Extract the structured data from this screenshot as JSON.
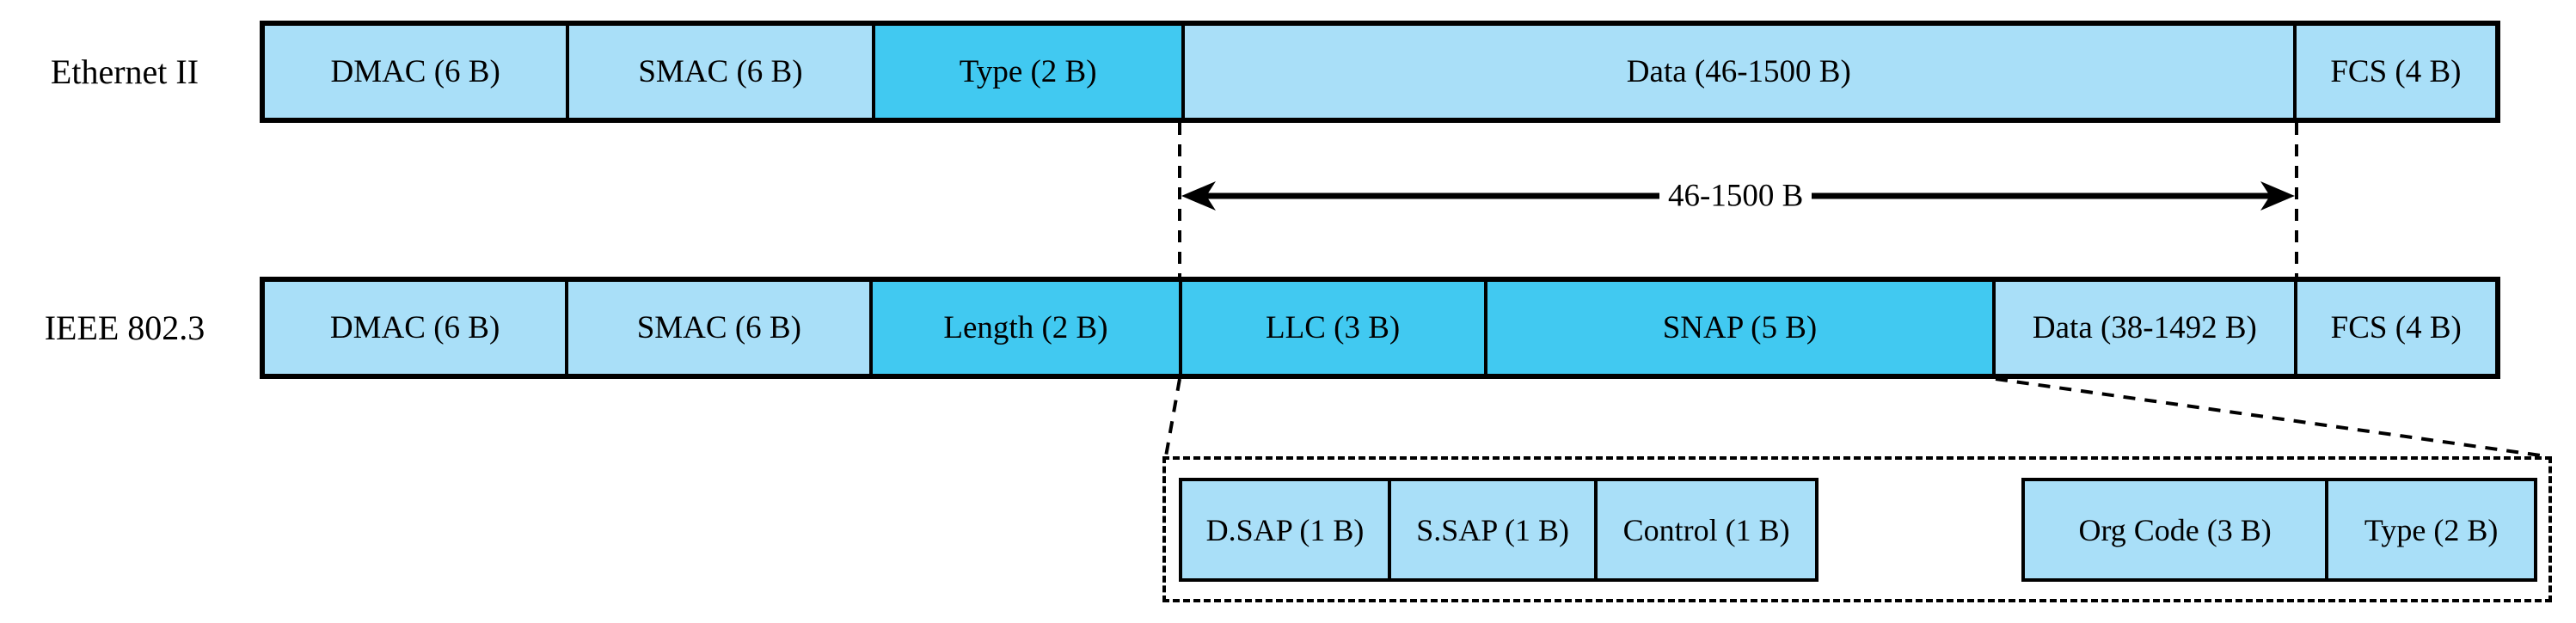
{
  "colors": {
    "light": "#A9DFF8",
    "dark": "#41C9F1",
    "line": "#000000",
    "bg": "#FFFFFF"
  },
  "rows": [
    {
      "label": "Ethernet II",
      "fields": [
        {
          "label": "DMAC (6 B)"
        },
        {
          "label": "SMAC (6 B)"
        },
        {
          "label": "Type (2 B)"
        },
        {
          "label": "Data (46-1500 B)"
        },
        {
          "label": "FCS (4 B)"
        }
      ]
    },
    {
      "label": "IEEE 802.3",
      "fields": [
        {
          "label": "DMAC (6 B)"
        },
        {
          "label": "SMAC (6 B)"
        },
        {
          "label": "Length (2 B)"
        },
        {
          "label": "LLC (3 B)"
        },
        {
          "label": "SNAP (5 B)"
        },
        {
          "label": "Data (38-1492 B)"
        },
        {
          "label": "FCS (4 B)"
        }
      ]
    }
  ],
  "arrow": {
    "label": "46-1500 B"
  },
  "expansion": {
    "llc_fields": [
      {
        "label": "D.SAP (1 B)"
      },
      {
        "label": "S.SAP (1 B)"
      },
      {
        "label": "Control (1 B)"
      }
    ],
    "snap_fields": [
      {
        "label": "Org Code (3 B)"
      },
      {
        "label": "Type (2 B)"
      }
    ]
  }
}
